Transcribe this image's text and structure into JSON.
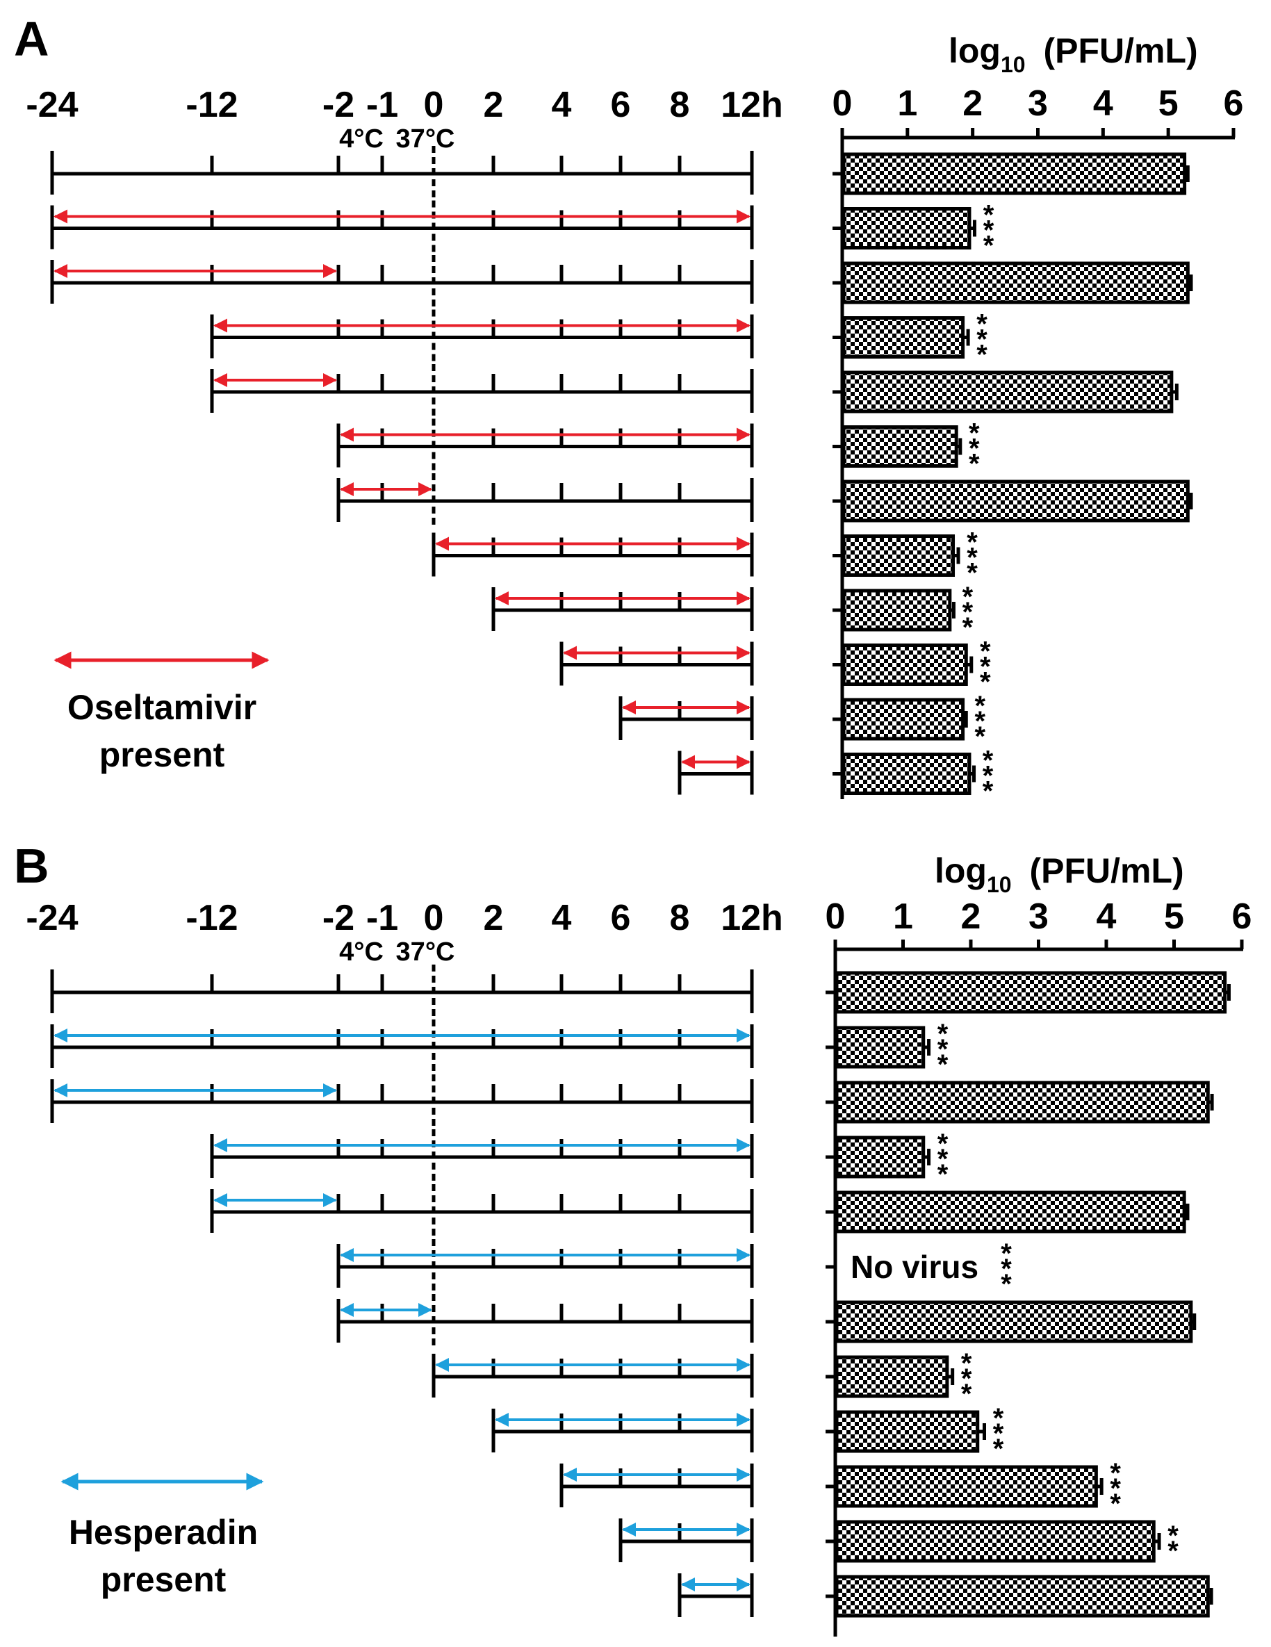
{
  "colors": {
    "oseltamivir_arrow": "#e8202a",
    "hesperadin_arrow": "#1ea0dc",
    "bar_pattern": "checkerboard black/white",
    "axis": "#000000"
  },
  "chart_data": [
    {
      "panel": "A",
      "type": "bar",
      "orientation": "horizontal",
      "title": "",
      "xlabel": "log10 (PFU/mL)",
      "xlabel_main": "log",
      "xlabel_sub": "10",
      "xlabel_rest": "(PFU/mL)",
      "xlim": [
        0,
        6
      ],
      "xticks": [
        "0",
        "1",
        "2",
        "3",
        "4",
        "5",
        "6"
      ],
      "values": [
        5.25,
        1.95,
        5.3,
        1.85,
        5.05,
        1.75,
        5.3,
        1.7,
        1.65,
        1.9,
        1.85,
        1.95
      ],
      "errors": [
        0.05,
        0.08,
        0.05,
        0.08,
        0.08,
        0.06,
        0.05,
        0.08,
        0.06,
        0.08,
        0.05,
        0.07
      ],
      "significance": [
        "",
        "***",
        "",
        "***",
        "",
        "***",
        "",
        "***",
        "***",
        "***",
        "***",
        "***"
      ],
      "bar_labels": [
        "",
        "",
        "",
        "",
        "",
        "",
        "",
        "",
        "",
        "",
        "",
        ""
      ],
      "timeline": {
        "time_ticks": [
          "-24",
          "-12",
          "-2",
          "-1",
          "0",
          "2",
          "4",
          "6",
          "8",
          "12h"
        ],
        "temp_labels": [
          "4°C",
          "37°C"
        ],
        "rows": [
          {
            "line": [
              -24,
              12
            ],
            "drug": null
          },
          {
            "line": [
              -24,
              12
            ],
            "drug": [
              -24,
              12
            ]
          },
          {
            "line": [
              -24,
              12
            ],
            "drug": [
              -24,
              -2
            ]
          },
          {
            "line": [
              -12,
              12
            ],
            "drug": [
              -12,
              12
            ]
          },
          {
            "line": [
              -12,
              12
            ],
            "drug": [
              -12,
              -2
            ]
          },
          {
            "line": [
              -2,
              12
            ],
            "drug": [
              -2,
              12
            ]
          },
          {
            "line": [
              -2,
              12
            ],
            "drug": [
              -2,
              0
            ]
          },
          {
            "line": [
              0,
              12
            ],
            "drug": [
              0,
              12
            ]
          },
          {
            "line": [
              2,
              12
            ],
            "drug": [
              2,
              12
            ]
          },
          {
            "line": [
              4,
              12
            ],
            "drug": [
              4,
              12
            ]
          },
          {
            "line": [
              6,
              12
            ],
            "drug": [
              6,
              12
            ]
          },
          {
            "line": [
              8,
              12
            ],
            "drug": [
              8,
              12
            ]
          }
        ]
      },
      "legend": {
        "line1": "Oseltamivir",
        "line2": "present"
      }
    },
    {
      "panel": "B",
      "type": "bar",
      "orientation": "horizontal",
      "title": "",
      "xlabel": "log10 (PFU/mL)",
      "xlabel_main": "log",
      "xlabel_sub": "10",
      "xlabel_rest": "(PFU/mL)",
      "xlim": [
        0,
        6
      ],
      "xticks": [
        "0",
        "1",
        "2",
        "3",
        "4",
        "5",
        "6"
      ],
      "values": [
        5.75,
        1.3,
        5.5,
        1.3,
        5.15,
        0,
        5.25,
        1.65,
        2.1,
        3.85,
        4.7,
        5.5
      ],
      "errors": [
        0.06,
        0.08,
        0.06,
        0.08,
        0.05,
        0,
        0.05,
        0.08,
        0.1,
        0.08,
        0.08,
        0.05
      ],
      "significance": [
        "",
        "***",
        "",
        "***",
        "",
        "***",
        "",
        "***",
        "***",
        "***",
        "**",
        ""
      ],
      "bar_labels": [
        "",
        "",
        "",
        "",
        "",
        "No virus",
        "",
        "",
        "",
        "",
        "",
        ""
      ],
      "timeline": {
        "time_ticks": [
          "-24",
          "-12",
          "-2",
          "-1",
          "0",
          "2",
          "4",
          "6",
          "8",
          "12h"
        ],
        "temp_labels": [
          "4°C",
          "37°C"
        ],
        "rows": [
          {
            "line": [
              -24,
              12
            ],
            "drug": null
          },
          {
            "line": [
              -24,
              12
            ],
            "drug": [
              -24,
              12
            ]
          },
          {
            "line": [
              -24,
              12
            ],
            "drug": [
              -24,
              -2
            ]
          },
          {
            "line": [
              -12,
              12
            ],
            "drug": [
              -12,
              12
            ]
          },
          {
            "line": [
              -12,
              12
            ],
            "drug": [
              -12,
              -2
            ]
          },
          {
            "line": [
              -2,
              12
            ],
            "drug": [
              -2,
              12
            ]
          },
          {
            "line": [
              -2,
              12
            ],
            "drug": [
              -2,
              0
            ]
          },
          {
            "line": [
              0,
              12
            ],
            "drug": [
              0,
              12
            ]
          },
          {
            "line": [
              2,
              12
            ],
            "drug": [
              2,
              12
            ]
          },
          {
            "line": [
              4,
              12
            ],
            "drug": [
              4,
              12
            ]
          },
          {
            "line": [
              6,
              12
            ],
            "drug": [
              6,
              12
            ]
          },
          {
            "line": [
              8,
              12
            ],
            "drug": [
              8,
              12
            ]
          }
        ]
      },
      "legend": {
        "line1": "Hesperadin",
        "line2": "present"
      }
    }
  ]
}
